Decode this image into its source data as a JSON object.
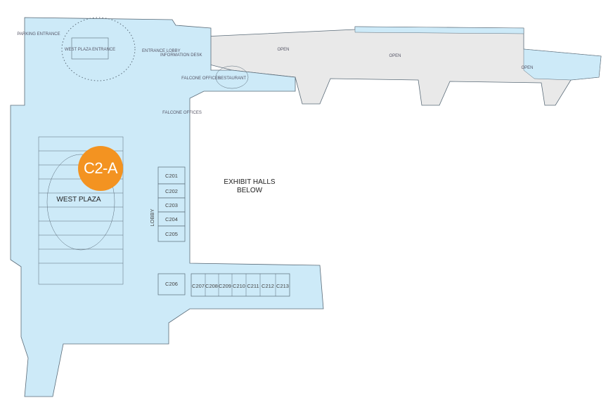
{
  "map": {
    "labels": {
      "parking_entrance": "PARKING ENTRANCE",
      "west_plaza_entrance": "WEST PLAZA ENTRANCE",
      "entrance_lobby": "ENTRANCE LOBBY",
      "information_desk": "INFORMATION DESK",
      "falcone_offices_1": "FALCONE OFFICES",
      "falcone_offices_2": "FALCONE OFFICES",
      "restaurant": "RESTAURANT",
      "open_1": "OPEN",
      "open_2": "OPEN",
      "open_3": "OPEN",
      "exhibit_halls_1": "EXHIBIT HALLS",
      "exhibit_halls_2": "BELOW",
      "west_plaza": "WEST PLAZA",
      "lobby": "LOBBY"
    },
    "rooms": [
      "C201",
      "C202",
      "C203",
      "C204",
      "C205",
      "C206",
      "C207",
      "C208",
      "C209",
      "C210",
      "C211",
      "C212",
      "C213"
    ],
    "marker": {
      "label": "C2-A",
      "color": "#f39321"
    },
    "colors": {
      "floor": "#cdeaf8",
      "open": "#e9e9e9",
      "line": "#5a6b78"
    }
  }
}
